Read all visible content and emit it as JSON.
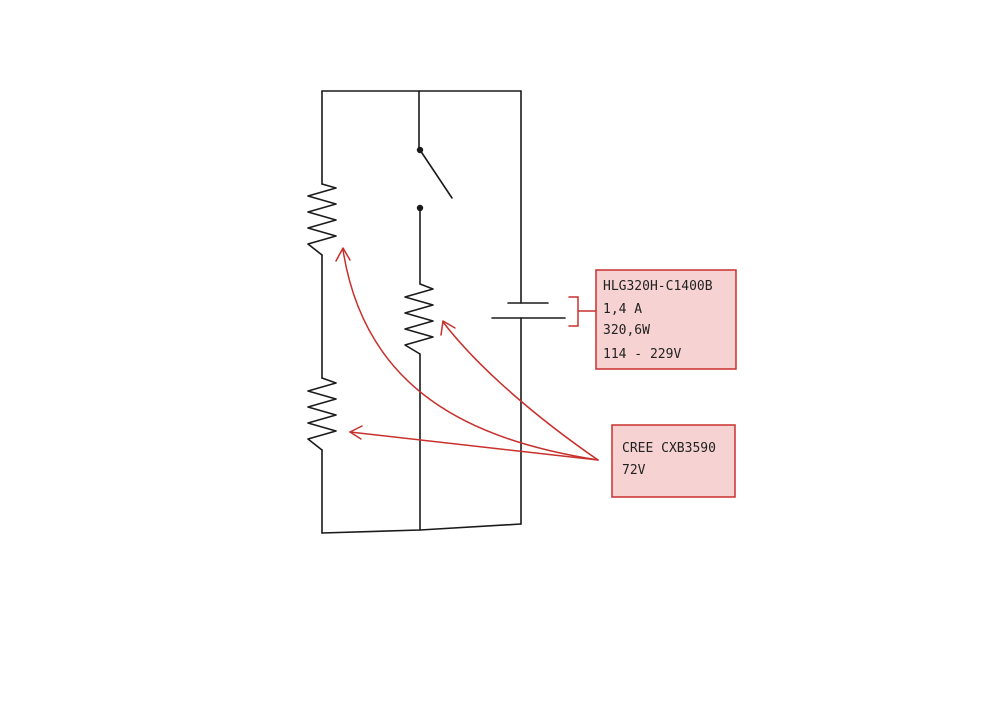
{
  "colors": {
    "ink": "#1a1a1a",
    "annotation": "#c8302c",
    "annotation_fill": "#f6d2d2",
    "background": "#ffffff"
  },
  "power_supply_note": {
    "model": "HLG320H-C1400B",
    "current": "1,4 A",
    "power": "320,6W",
    "voltage_range": "114 - 229V"
  },
  "led_note": {
    "model": "CREE CXB3590",
    "voltage": "72V"
  }
}
